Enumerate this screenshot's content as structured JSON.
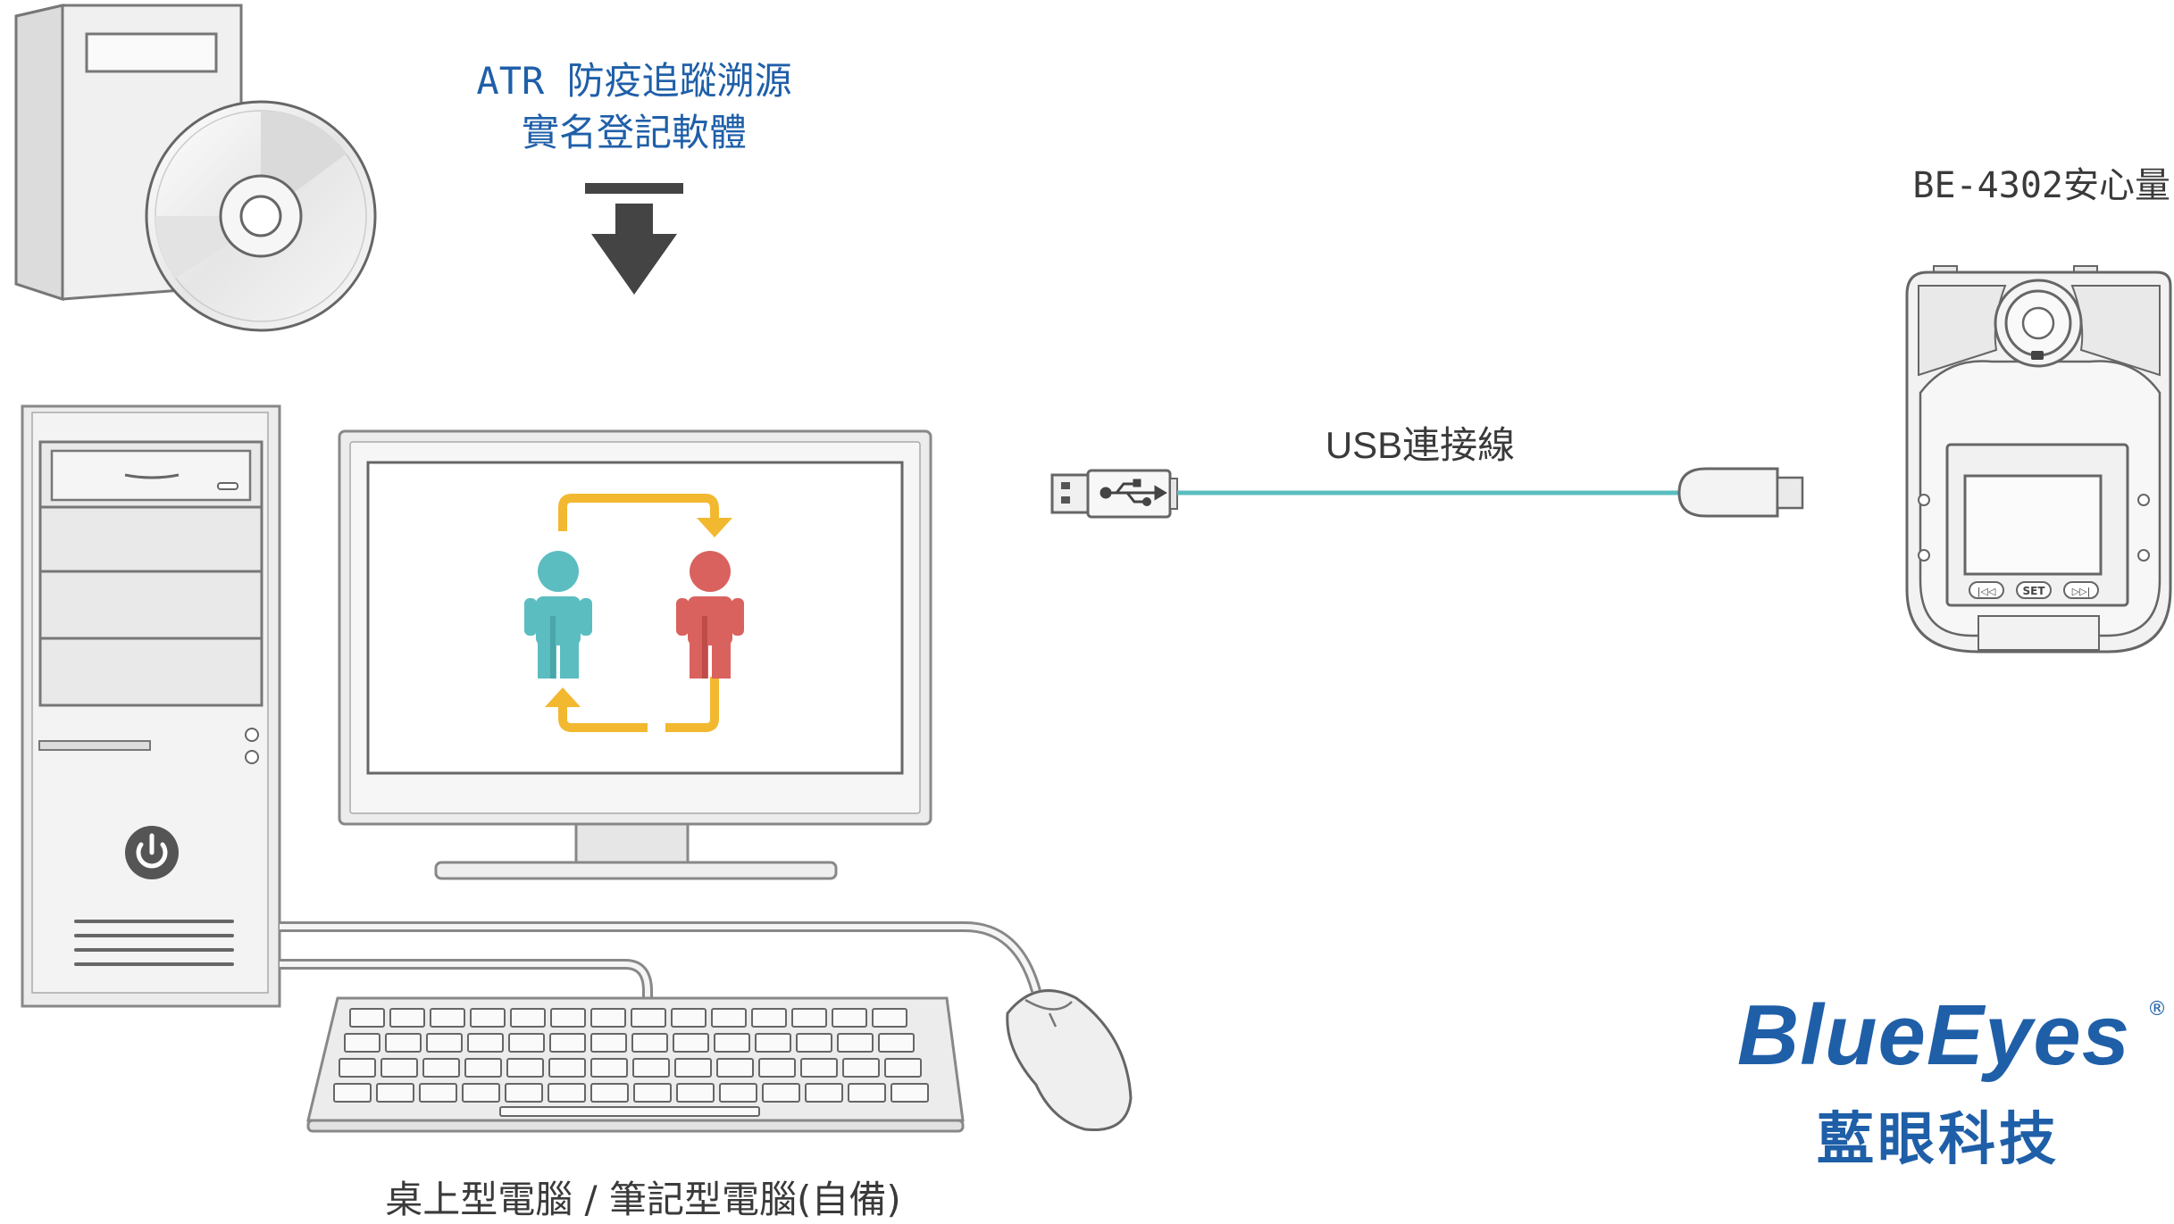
{
  "software": {
    "line1": "ATR 防疫追蹤溯源",
    "line2": "實名登記軟體"
  },
  "device": {
    "label": "BE-4302安心量"
  },
  "cable": {
    "label": "USB連接線"
  },
  "computer": {
    "label": "桌上型電腦 / 筆記型電腦(自備)"
  },
  "brand": {
    "name": "BlueEyes",
    "registered": "®",
    "chinese": "藍眼科技",
    "color": "#1f5fa8"
  },
  "device_buttons": {
    "prev": "|◁◁",
    "set": "SET",
    "next": "▷▷|"
  },
  "colors": {
    "teal_person": "#5bbdc0",
    "red_person": "#d9625e",
    "arrow_yellow": "#f2b830",
    "cable": "#5bbdc0",
    "arrow_dark": "#444444"
  }
}
